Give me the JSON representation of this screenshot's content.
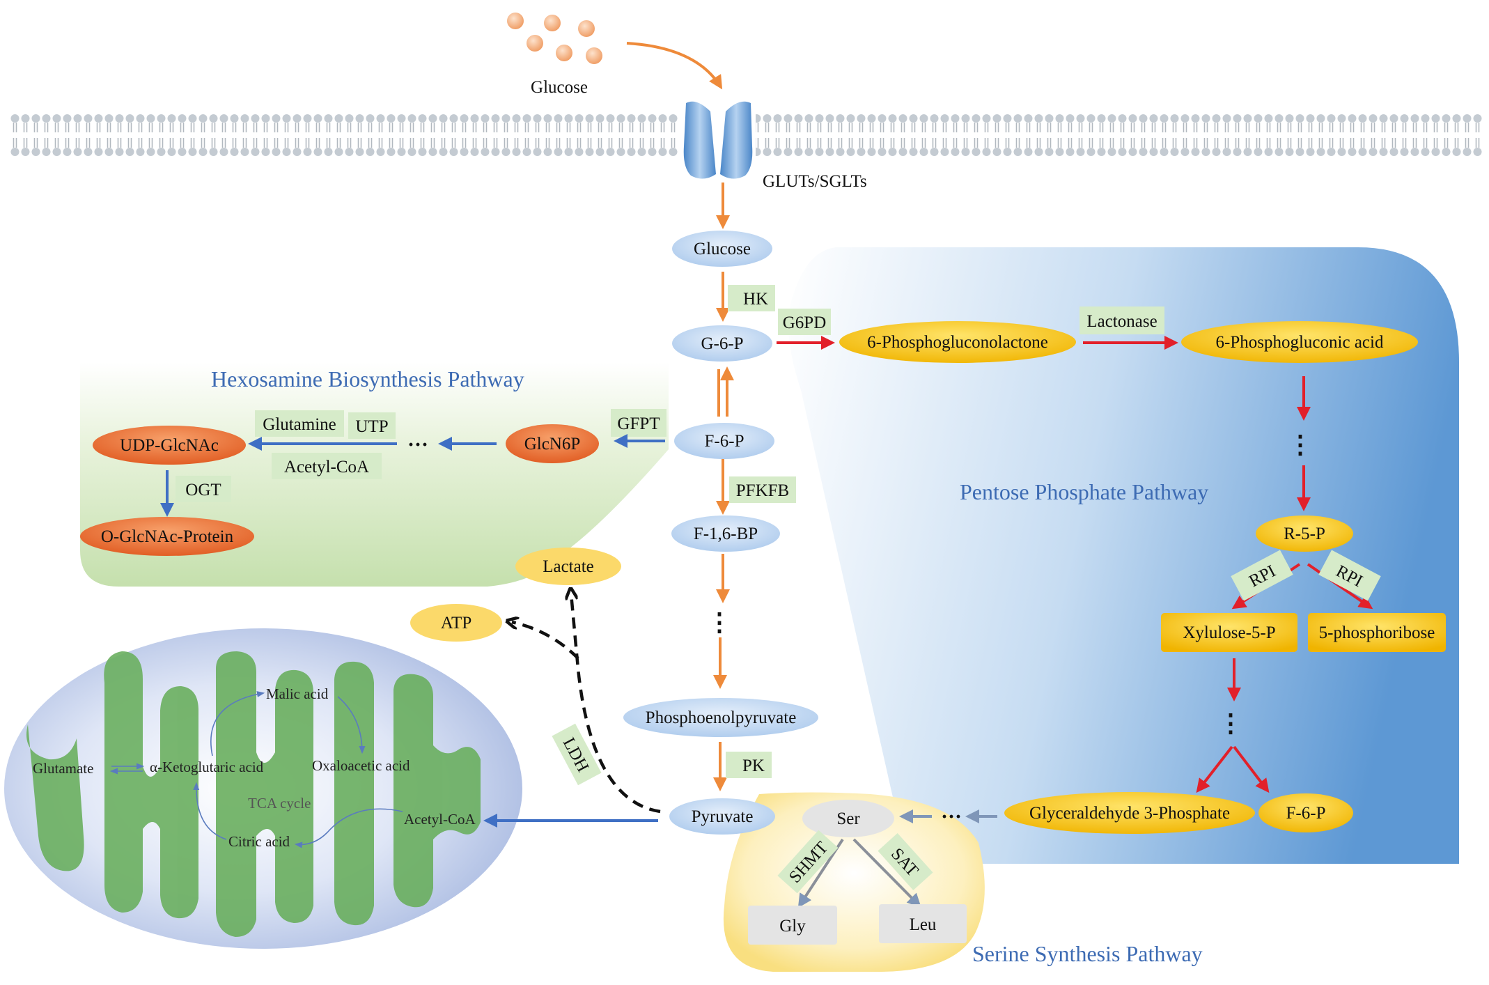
{
  "top": {
    "glucose_outside": "Glucose",
    "transporter": "GLUTs/SGLTs"
  },
  "glycolysis": {
    "glucose": "Glucose",
    "hk": "HK",
    "g6p": "G-6-P",
    "f6p": "F-6-P",
    "pfkfb": "PFKFB",
    "f16bp": "F-1,6-BP",
    "dots": "⋮",
    "pep": "Phosphoenolpyruvate",
    "pk": "PK",
    "pyruvate": "Pyruvate"
  },
  "ppp": {
    "title": "Pentose Phosphate Pathway",
    "g6pd": "G6PD",
    "gluconolactone": "6-Phosphogluconolactone",
    "lactonase": "Lactonase",
    "gluconic": "6-Phosphogluconic acid",
    "dots1": "⋮",
    "r5p": "R-5-P",
    "rpi_left": "RPI",
    "rpi_right": "RPI",
    "xylulose": "Xylulose-5-P",
    "phosphoribose": "5-phosphoribose",
    "dots2": "⋮",
    "g3p": "Glyceraldehyde 3-Phosphate",
    "f6p": "F-6-P"
  },
  "hbp": {
    "title": "Hexosamine Biosynthesis Pathway",
    "gfpt": "GFPT",
    "glcn6p": "GlcN6P",
    "dots": "···",
    "glutamine": "Glutamine",
    "utp": "UTP",
    "acetylcoa": "Acetyl-CoA",
    "udp": "UDP-GlcNAc",
    "ogt": "OGT",
    "oglcnac": "O-GlcNAc-Protein"
  },
  "anaerobic": {
    "lactate": "Lactate",
    "atp": "ATP",
    "ldh": "LDH"
  },
  "tca": {
    "glutamate": "Glutamate",
    "akg": "α-Ketoglutaric acid",
    "malic": "Malic acid",
    "oxalo": "Oxaloacetic acid",
    "cycle": "TCA cycle",
    "citric": "Citric acid",
    "acetylcoa": "Acetyl-CoA"
  },
  "serine": {
    "title": "Serine Synthesis Pathway",
    "dots": "···",
    "ser": "Ser",
    "shmt": "SHMT",
    "sat": "SAT",
    "gly": "Gly",
    "leu": "Leu"
  },
  "colors": {
    "glycolysis_node": "#bcd5f0",
    "glycolysis_arrow": "#ee8a3a",
    "ppp_node": "#f5c400",
    "ppp_arrow": "#e2202a",
    "hbp_node": "#e8733a",
    "hbp_arrow": "#3f6fc4",
    "enzyme_box": "#d6ebc9",
    "lactate_atp": "#fbd96a",
    "mito_green": "#6aaf5f"
  }
}
